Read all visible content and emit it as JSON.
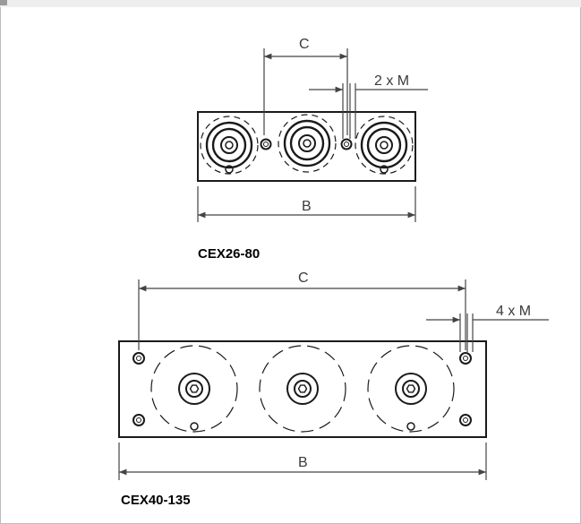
{
  "diagram_1": {
    "caption": "CEX26-80",
    "dim_c": "C",
    "dim_b": "B",
    "dim_m": "2 x M"
  },
  "diagram_2": {
    "caption": "CEX40-135",
    "dim_c": "C",
    "dim_b": "B",
    "dim_m": "4 x M"
  },
  "colors": {
    "line": "#1a1a1a",
    "dim_line": "#444444",
    "frame": "#bdbdbd"
  }
}
